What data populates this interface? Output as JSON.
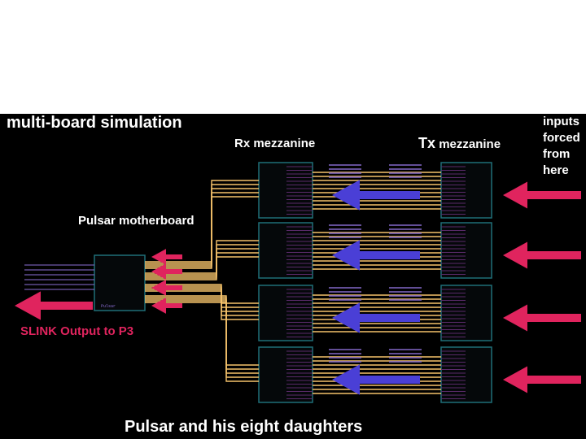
{
  "slide": {
    "title": "multi-board simulation",
    "rx_label": "Rx mezzanine",
    "tx_label_prefix": "Tx",
    "tx_label_suffix": "mezzanine",
    "inputs_label": "inputs forced from here",
    "motherboard_label": "Pulsar motherboard",
    "motherboard_chip_label": "Pulsar",
    "slink_label": "SLINK Output to P3",
    "caption": "Pulsar and his eight daughters"
  },
  "colors": {
    "background": "#000000",
    "wire": "#f5c26b",
    "board_border": "#1f6f78",
    "arrow_pink": "#e0245e",
    "arrow_blue": "#4a3fd6",
    "text": "#ffffff"
  },
  "icons": {
    "input_arrow": "arrow-left-icon",
    "data_arrow": "arrow-left-icon"
  }
}
